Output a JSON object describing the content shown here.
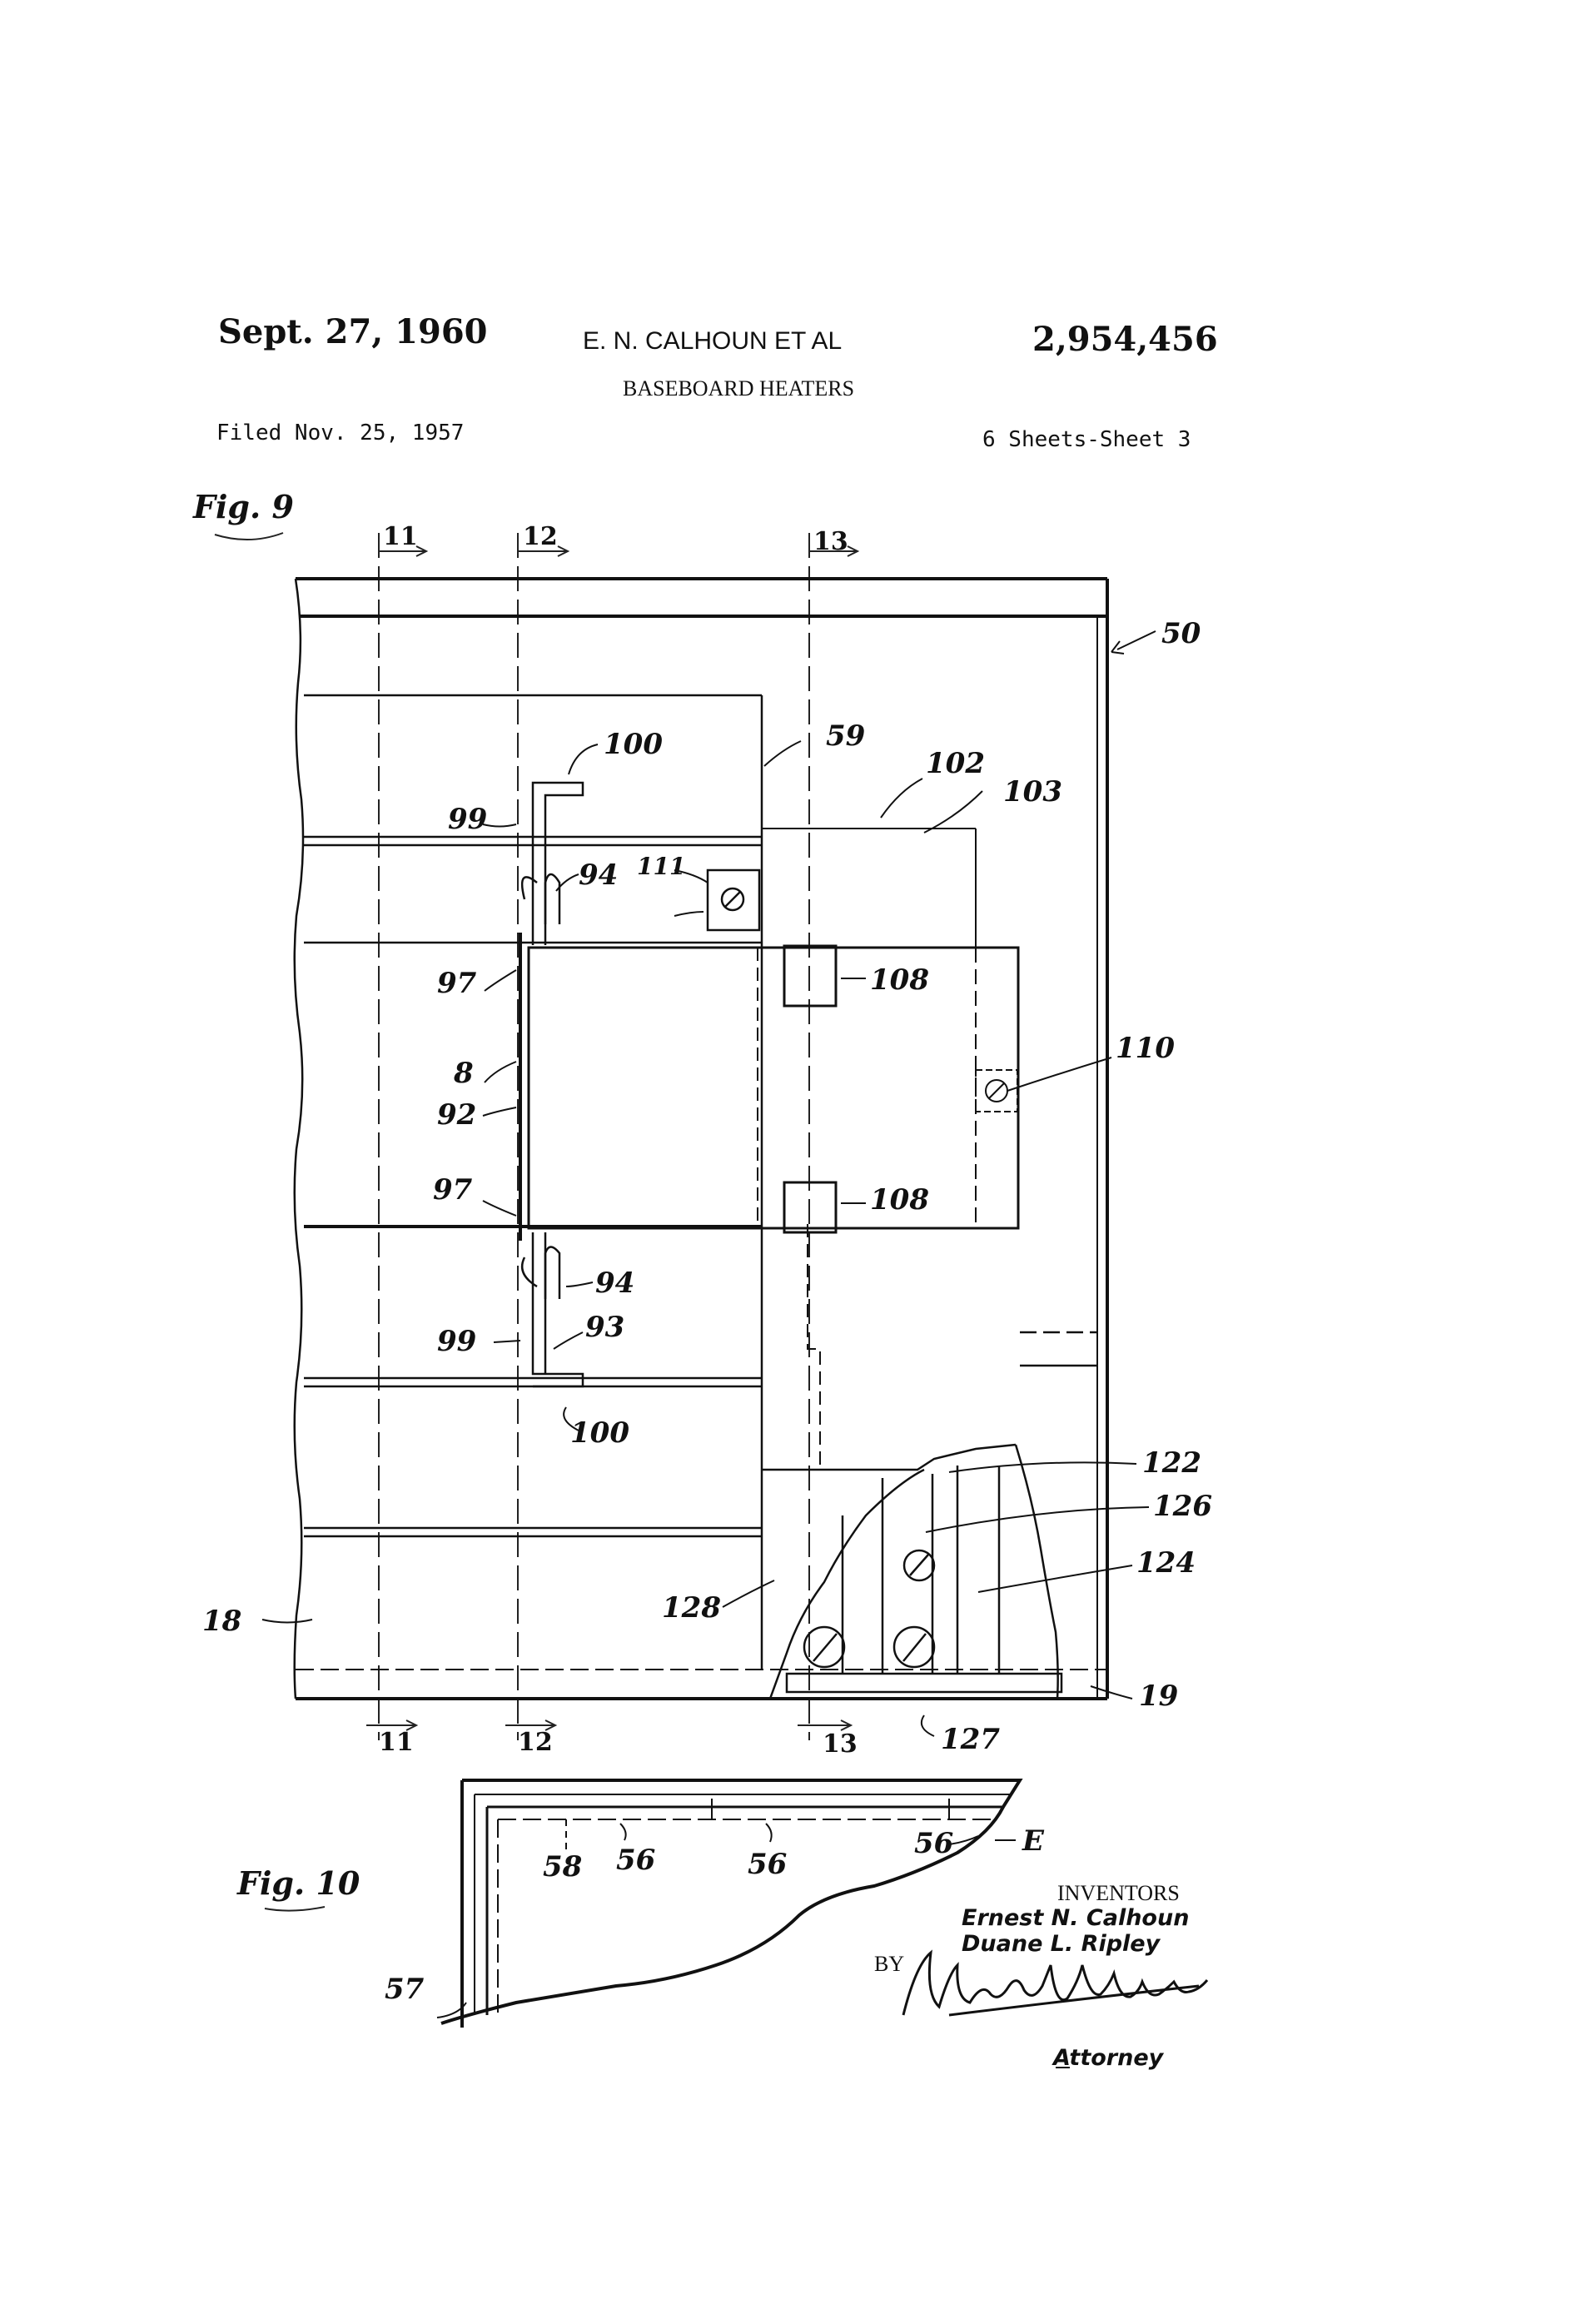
{
  "header": {
    "date": "Sept. 27, 1960",
    "inventors_short": "E. N. CALHOUN  ET AL",
    "patent_number": "2,954,456",
    "title": "BASEBOARD HEATERS",
    "filed": "Filed Nov. 25, 1957",
    "sheets": "6 Sheets-Sheet 3"
  },
  "figures": {
    "fig9_label": "Fig. 9",
    "fig10_label": "Fig. 10"
  },
  "section_markers": {
    "top": [
      "11",
      "12",
      "13"
    ],
    "bottom": [
      "11",
      "12",
      "13"
    ]
  },
  "reference_numerals": {
    "r50": "50",
    "r59": "59",
    "r100a": "100",
    "r100b": "100",
    "r102": "102",
    "r103": "103",
    "r99a": "99",
    "r99b": "99",
    "r94a": "94",
    "r94b": "94",
    "r111": "111",
    "r108a": "108",
    "r108b": "108",
    "r97a": "97",
    "r97b": "97",
    "r8": "8",
    "r92": "92",
    "r110": "110",
    "r93": "93",
    "r122": "122",
    "r126": "126",
    "r124": "124",
    "r128": "128",
    "r18": "18",
    "r19": "19",
    "r127": "127",
    "r58": "58",
    "r56a": "56",
    "r56b": "56",
    "r56c": "56",
    "rE": "E",
    "r57": "57"
  },
  "signature_block": {
    "inventors_heading": "INVENTORS",
    "inventor_1": "Ernest N. Calhoun",
    "inventor_2": "Duane L. Ripley",
    "by": "BY",
    "attorney_label": "Attorney"
  }
}
